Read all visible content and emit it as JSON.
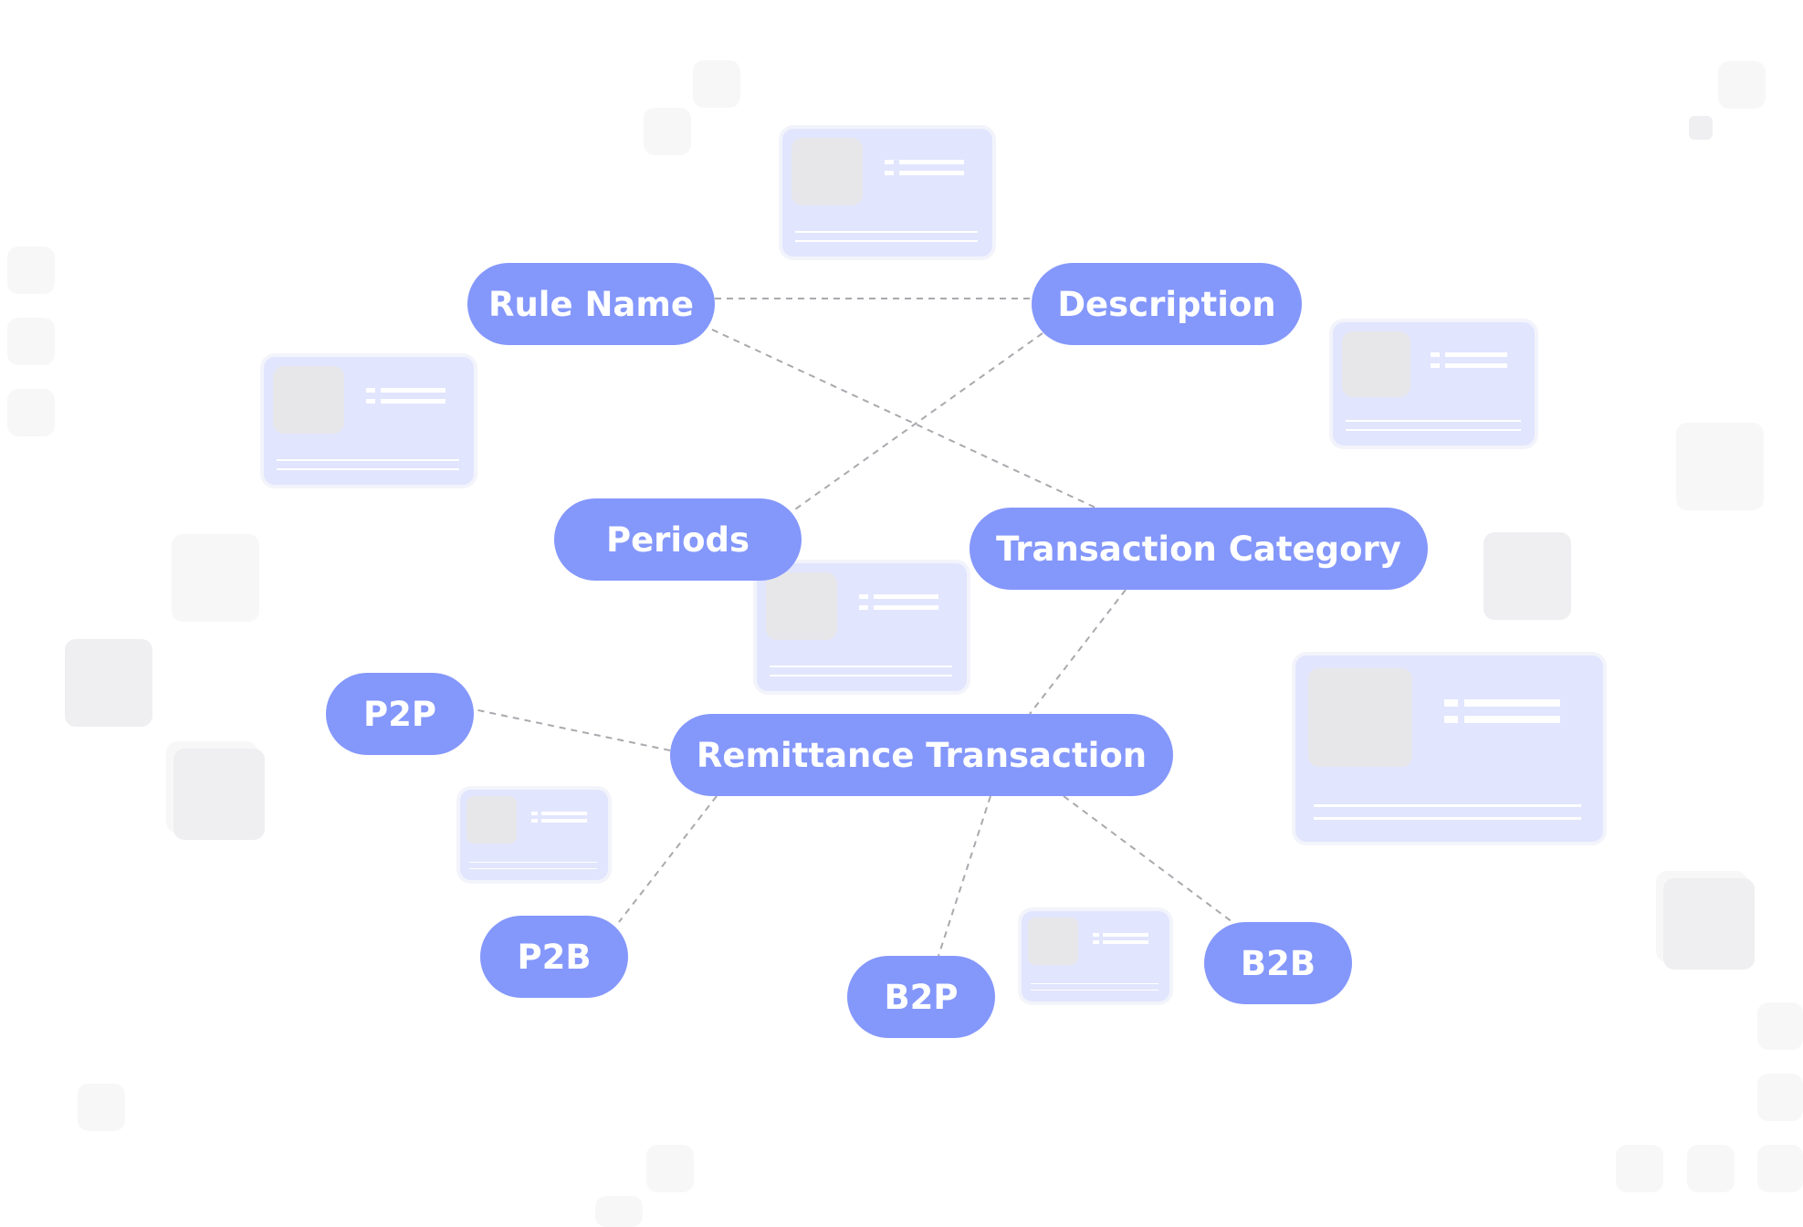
{
  "diagram": {
    "nodes": [
      {
        "id": "rule-name",
        "label": "Rule Name"
      },
      {
        "id": "description",
        "label": "Description"
      },
      {
        "id": "periods",
        "label": "Periods"
      },
      {
        "id": "transaction-category",
        "label": "Transaction Category"
      },
      {
        "id": "remittance-transaction",
        "label": "Remittance Transaction"
      },
      {
        "id": "p2p",
        "label": "P2P"
      },
      {
        "id": "p2b",
        "label": "P2B"
      },
      {
        "id": "b2p",
        "label": "B2P"
      },
      {
        "id": "b2b",
        "label": "B2B"
      }
    ],
    "edges": [
      {
        "from": "rule-name",
        "to": "description"
      },
      {
        "from": "rule-name",
        "to": "transaction-category"
      },
      {
        "from": "description",
        "to": "periods"
      },
      {
        "from": "transaction-category",
        "to": "remittance-transaction"
      },
      {
        "from": "remittance-transaction",
        "to": "p2p"
      },
      {
        "from": "remittance-transaction",
        "to": "p2b"
      },
      {
        "from": "remittance-transaction",
        "to": "b2p"
      },
      {
        "from": "remittance-transaction",
        "to": "b2b"
      }
    ],
    "colors": {
      "node": "#8497fb",
      "node_text": "#ffffff",
      "card": "#e1e5fd",
      "edge": "#a9a9ae"
    },
    "edge_style": "dashed"
  }
}
